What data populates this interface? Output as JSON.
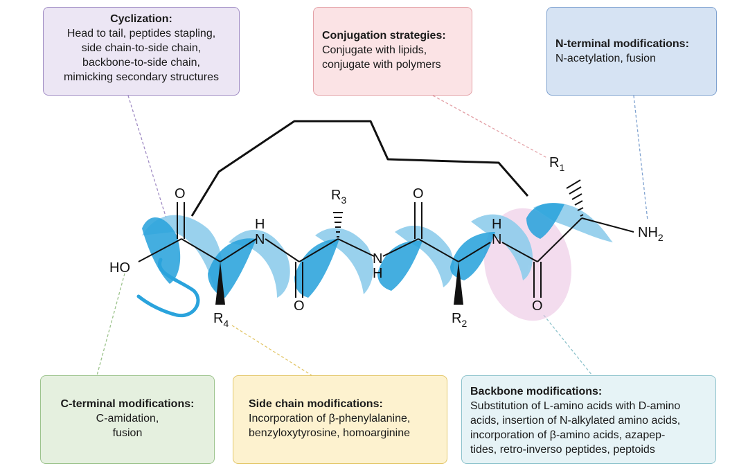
{
  "boxes": {
    "cyclization": {
      "title": "Cyclization:",
      "lines": [
        "Head to tail, peptides stapling,",
        "side chain-to-side chain,",
        "backbone-to-side chain,",
        "mimicking secondary structures"
      ]
    },
    "conjugation": {
      "title": "Conjugation strategies:",
      "lines": [
        "Conjugate with lipids,",
        "conjugate with polymers"
      ]
    },
    "n_terminal": {
      "title": "N-terminal modifications:",
      "lines": [
        "N-acetylation, fusion"
      ]
    },
    "c_terminal": {
      "title": "C-terminal modifications:",
      "lines": [
        "C-amidation,",
        "fusion"
      ]
    },
    "side_chain": {
      "title": "Side chain modifications:",
      "lines": [
        "Incorporation of β-phenylalanine,",
        "benzyloxytyrosine, homoarginine"
      ]
    },
    "backbone": {
      "title": "Backbone modifications:",
      "lines": [
        "Substitution of L-amino acids with D-amino",
        "acids, insertion of N-alkylated amino acids,",
        "incorporation of β-amino acids, azapep-",
        "tides, retro-inverso peptides, peptoids"
      ]
    }
  },
  "structure_labels": {
    "ho": "HO",
    "o_left": "O",
    "o_mid_bottom": "O",
    "o_mid_top": "O",
    "o_right_bottom": "O",
    "nh_left_h": "H",
    "nh_left_n": "N",
    "nh_mid_n": "N",
    "nh_mid_h": "H",
    "nh_right_h": "H",
    "nh_right_n": "N",
    "nh2": "NH",
    "nh2_sub": "2",
    "r1": "R",
    "r1_sub": "1",
    "r2": "R",
    "r2_sub": "2",
    "r3": "R",
    "r3_sub": "3",
    "r4": "R",
    "r4_sub": "4"
  },
  "colors": {
    "helix_front": "#2aa3dc",
    "helix_back": "#8fcdec",
    "backbone_highlight": "#e9bfe0",
    "cyclization": "#a08cc4",
    "conjugation": "#e3a0a6",
    "n_terminal": "#7fa2d0",
    "c_terminal": "#9cc38c",
    "side_chain": "#e3c76a",
    "backbone": "#8ec3cc"
  }
}
